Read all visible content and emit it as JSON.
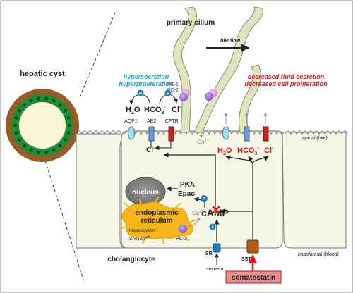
{
  "labels": {
    "primary_cilium": "primary cilium",
    "bile_flow": "bile flow",
    "hepatic_cyst": "hepatic cyst",
    "hypersecretion": "hypersecretion",
    "hyperproliferation": "hyperproliferation",
    "decreased_fluid": "decreased fluid secretion",
    "decreased_prolif": "decreased cell proliferation",
    "pc1": "PC-1",
    "pc2": "PC-2",
    "h2o": "H",
    "h2o_sub": "2",
    "h2o_end": "O",
    "hco3": "HCO",
    "hco3_sub": "3",
    "hco3_sup": "-",
    "cl": "Cl",
    "cl_sup": "-",
    "aqp1": "AQP1",
    "ae2": "AE2",
    "cftr": "CFTR",
    "ca": "Ca",
    "ca_sup": "2+",
    "apical": "apical (bile)",
    "nucleus": "nucleus",
    "pka": "PKA",
    "epac": "Epac",
    "camp": "cAMP",
    "p": "P",
    "plus": "+",
    "er_line1": "endoplasmic",
    "er_line2": "reticulum",
    "hepatocystin": "hepatocystin",
    "sec63p": "Sec63p",
    "pc2_er": "PC-2",
    "sr": "SR",
    "sstr": "SSTR",
    "secretin": "secretin",
    "cholangiocyte": "cholangiocyte",
    "basolateral": "basolateral (blood)",
    "somatostatin": "somatostatin"
  },
  "colors": {
    "cyan_text": "#1ba6e0",
    "red_text": "#e8141a",
    "cell_fill": "#f6f6e6",
    "cilium_fill": "#dfe3be",
    "er_fill": "#f6b518",
    "somatostatin_box": "#e98d8d",
    "sstr_fill": "#b35d1b",
    "sr_fill": "#1c7fc2"
  }
}
